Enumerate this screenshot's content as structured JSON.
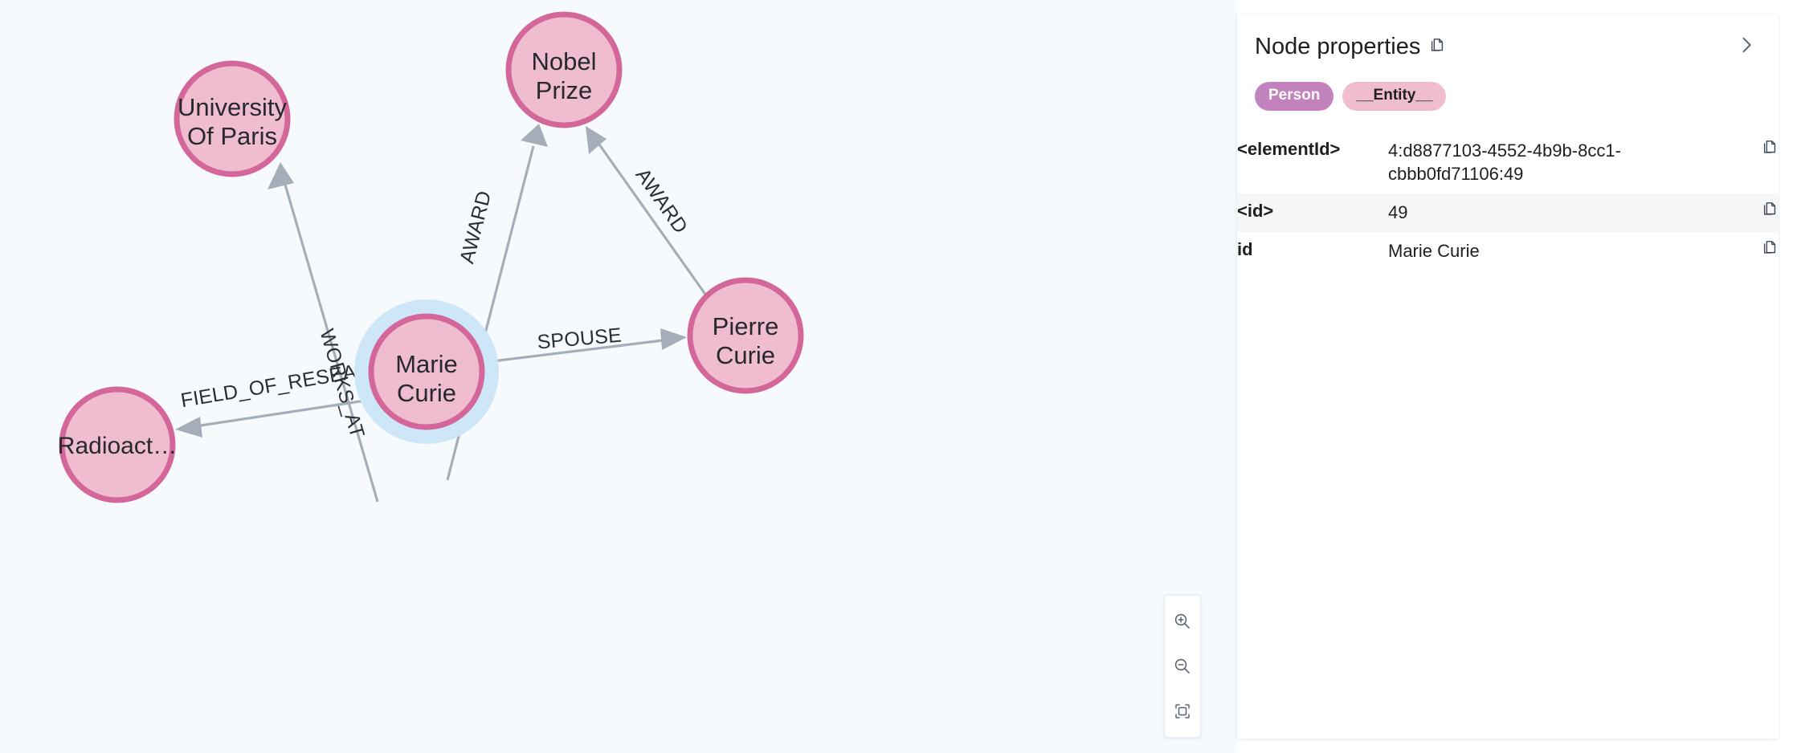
{
  "graph": {
    "background_color": "#f6fafd",
    "node_fill": "#f0bdd0",
    "node_stroke": "#d4679a",
    "selected_halo_color": "#cde6f8",
    "edge_color": "#a5aeb8",
    "nodes": [
      {
        "id": "university-of-paris",
        "label_lines": [
          "University",
          "Of Paris"
        ],
        "selected": false
      },
      {
        "id": "nobel-prize",
        "label_lines": [
          "Nobel",
          "Prize"
        ],
        "selected": false
      },
      {
        "id": "marie-curie",
        "label_lines": [
          "Marie",
          "Curie"
        ],
        "selected": true
      },
      {
        "id": "pierre-curie",
        "label_lines": [
          "Pierre",
          "Curie"
        ],
        "selected": false
      },
      {
        "id": "radioactivity",
        "label_lines": [
          "Radioact…"
        ],
        "selected": false
      }
    ],
    "edges": [
      {
        "id": "works-at",
        "label": "WORKS_AT",
        "from": "marie-curie",
        "to": "university-of-paris"
      },
      {
        "id": "award-marie",
        "label": "AWARD",
        "from": "marie-curie",
        "to": "nobel-prize"
      },
      {
        "id": "award-pierre",
        "label": "AWARD",
        "from": "pierre-curie",
        "to": "nobel-prize"
      },
      {
        "id": "spouse",
        "label": "SPOUSE",
        "from": "marie-curie",
        "to": "pierre-curie"
      },
      {
        "id": "field-of-research",
        "label": "FIELD_OF_RESEA…",
        "from": "marie-curie",
        "to": "radioactivity"
      }
    ]
  },
  "zoom_controls": {
    "zoom_in_label": "Zoom in",
    "zoom_out_label": "Zoom out",
    "fit_label": "Fit to screen"
  },
  "panel": {
    "title": "Node properties",
    "copy_title_label": "Copy all properties",
    "collapse_label": "Collapse panel",
    "labels": [
      {
        "name": "Person",
        "color": "#c182bd",
        "text_color": "#ffffff"
      },
      {
        "name": "__Entity__",
        "color": "#f0bdd0",
        "text_color": "#1e2024"
      }
    ],
    "properties": [
      {
        "key": "<elementId>",
        "value": "4:d8877103-4552-4b9b-8cc1-cbbb0fd71106:49",
        "highlighted": false
      },
      {
        "key": "<id>",
        "value": "49",
        "highlighted": true
      },
      {
        "key": "id",
        "value": "Marie Curie",
        "highlighted": false
      }
    ]
  }
}
